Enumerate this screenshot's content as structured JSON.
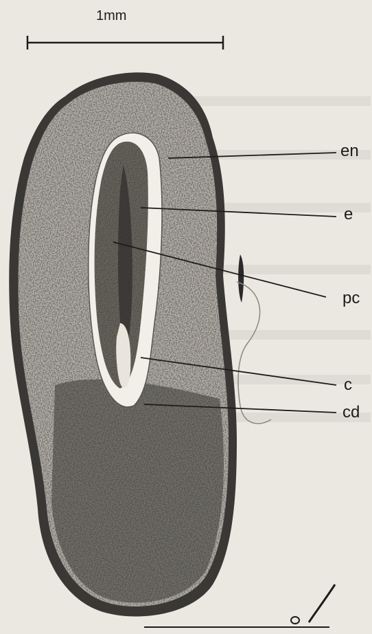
{
  "scale_bar": {
    "label": "1mm"
  },
  "labels": [
    {
      "key": "en",
      "text": "en"
    },
    {
      "key": "e",
      "text": "e"
    },
    {
      "key": "pc",
      "text": "pc"
    },
    {
      "key": "c",
      "text": "c"
    },
    {
      "key": "cd",
      "text": "cd"
    }
  ],
  "colors": {
    "ink": "#1c1c1c",
    "paper": "#ebe8e1",
    "tissue_dark": "#2a2a2a",
    "tissue_mid": "#7a7670"
  }
}
